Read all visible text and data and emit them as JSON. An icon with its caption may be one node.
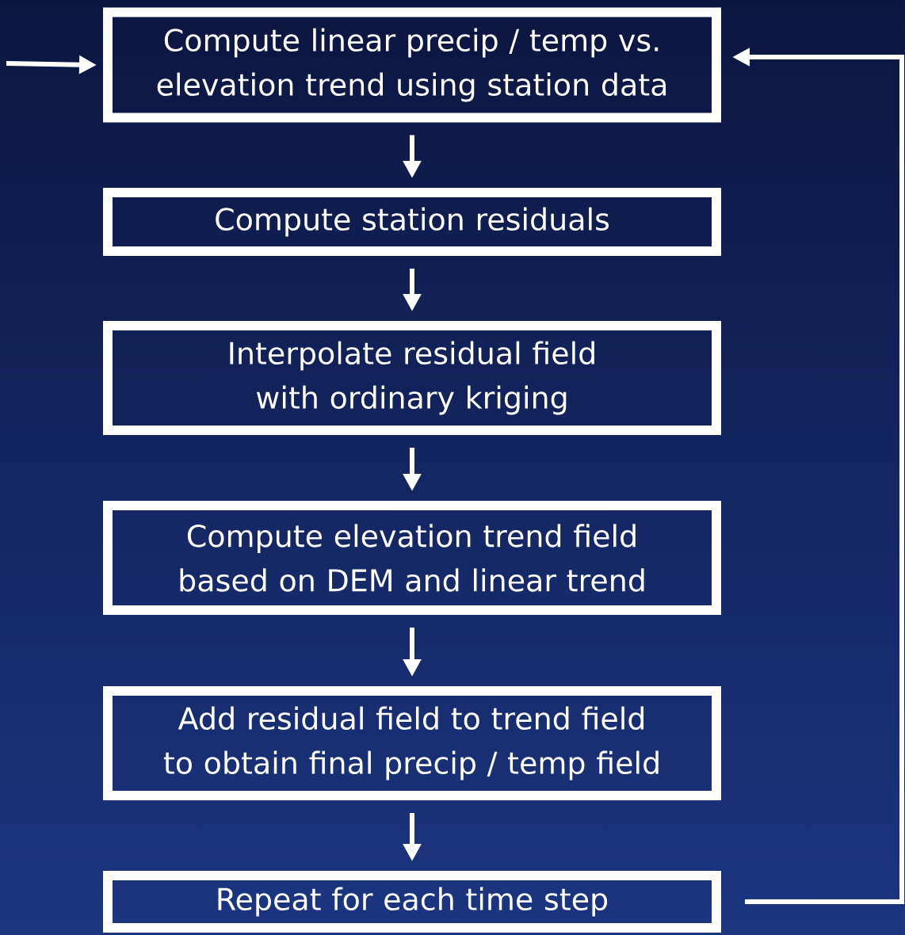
{
  "diagram": {
    "nodes": [
      {
        "text": [
          "Compute linear precip / temp vs. elevation trend using station data"
        ]
      },
      {
        "text": [
          "Compute station residuals"
        ]
      },
      {
        "text": [
          "Interpolate residual field with ordinary kriging"
        ]
      },
      {
        "text": [
          "Compute elevation trend field based on DEM and linear trend"
        ]
      },
      {
        "text": [
          "Add residual field to trend field to obtain final precip / temp field"
        ]
      },
      {
        "text": [
          "Repeat for each time step"
        ]
      }
    ],
    "edges": [
      {
        "from": null,
        "to": 0,
        "arrow": "to"
      },
      {
        "from": 0,
        "to": 1,
        "arrow": "to"
      },
      {
        "from": 1,
        "to": 2,
        "arrow": "to"
      },
      {
        "from": 2,
        "to": 3,
        "arrow": "to"
      },
      {
        "from": 3,
        "to": 4,
        "arrow": "to"
      },
      {
        "from": 4,
        "to": 5,
        "arrow": "to"
      },
      {
        "from": 5,
        "to": 0,
        "arrow": "to"
      }
    ]
  }
}
